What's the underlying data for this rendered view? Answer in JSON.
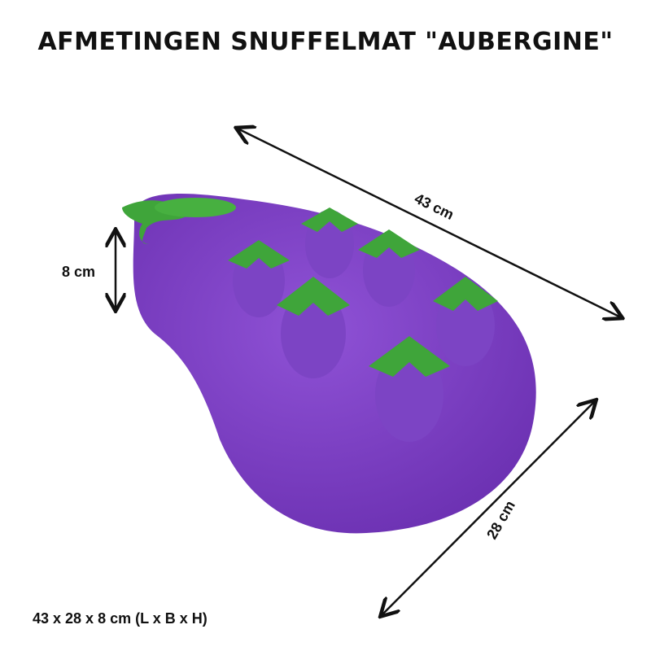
{
  "title": "AFMETINGEN SNUFFELMAT \"AUBERGINE\"",
  "dimensions": {
    "length": "43 cm",
    "height": "8 cm",
    "width": "28 cm"
  },
  "footer": "43 x 28 x 8 cm (L x B x H)",
  "colors": {
    "plush": "#7a3fc0",
    "leaf": "#3fa53a",
    "arrow": "#111111"
  }
}
